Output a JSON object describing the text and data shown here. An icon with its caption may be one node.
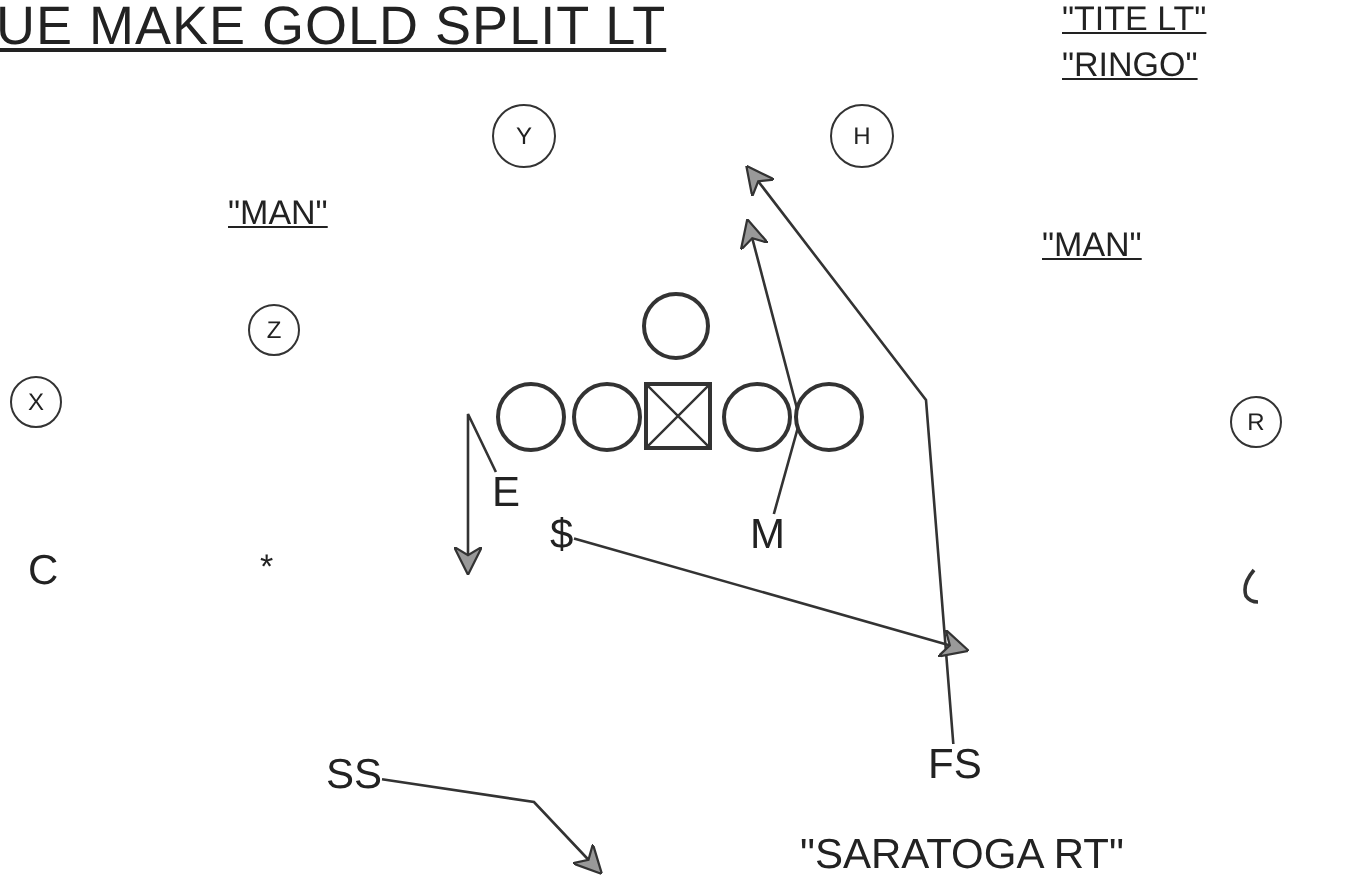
{
  "diagram": {
    "title": "UE MAKE GOLD SPLIT LT",
    "nodes": [
      {
        "text": [
          "Y"
        ]
      },
      {
        "text": [
          "H"
        ]
      },
      {
        "text": [
          "Z"
        ]
      },
      {
        "text": [],
        "shape": "circle"
      },
      {
        "text": [
          "X"
        ]
      },
      {
        "text": [],
        "shape": "circle"
      },
      {
        "text": [],
        "shape": "circle"
      },
      {
        "text": [],
        "shape": "box"
      },
      {
        "text": [],
        "shape": "circle"
      },
      {
        "text": [],
        "shape": "circle"
      },
      {
        "text": [
          "R"
        ]
      },
      {
        "text": [
          "E"
        ]
      },
      {
        "text": [
          "M"
        ]
      },
      {
        "text": [
          "$"
        ]
      },
      {
        "text": [
          "FS"
        ]
      },
      {
        "text": [
          "SS"
        ]
      }
    ],
    "edges": [
      {
        "from": 11,
        "to": null,
        "arrow": "to"
      },
      {
        "from": 12,
        "to": null,
        "arrow": "to"
      },
      {
        "from": 14,
        "to": null,
        "arrow": "to"
      },
      {
        "from": 13,
        "to": null,
        "arrow": "to"
      },
      {
        "from": 15,
        "to": null,
        "arrow": "to"
      }
    ],
    "labels": [
      "\"TITE LT\"",
      "\"RINGO\"",
      "\"MAN\"",
      "\"MAN\"",
      "C",
      "*",
      "\"SARATOGA RT\""
    ]
  }
}
